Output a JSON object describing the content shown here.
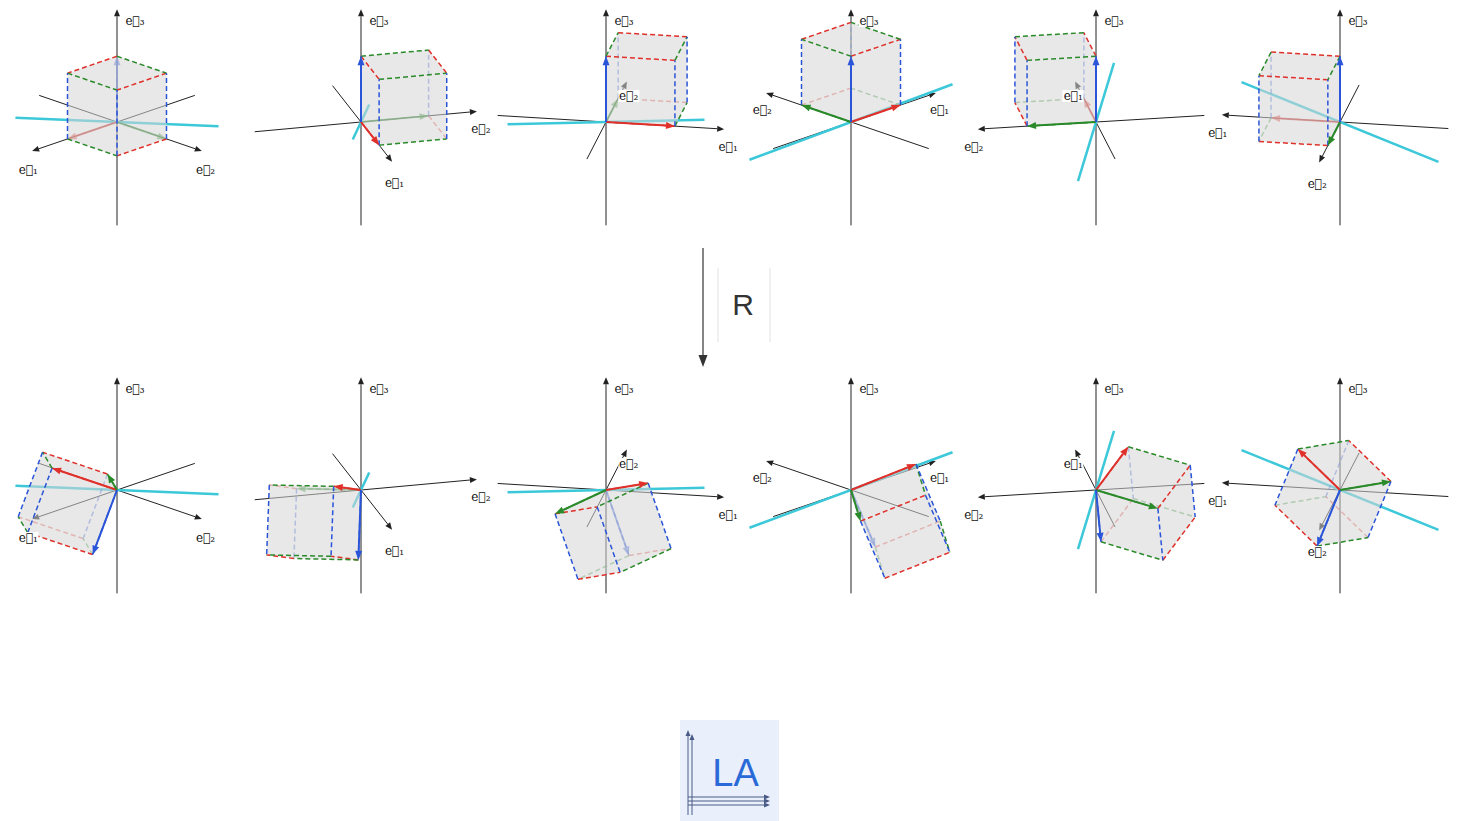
{
  "diagram": {
    "nodes": [
      {
        "text": [
          "LA"
        ]
      }
    ],
    "labels": [
      "e⃗₃",
      "e⃗₁",
      "e⃗₂",
      "e⃗₃",
      "e⃗₁",
      "e⃗₂",
      "e⃗₃",
      "e⃗₁",
      "e⃗₂",
      "e⃗₃",
      "e⃗₁",
      "e⃗₂",
      "e⃗₃",
      "e⃗₁",
      "e⃗₂",
      "e⃗₃",
      "e⃗₁",
      "e⃗₂",
      "R",
      "e⃗₃",
      "e⃗₁",
      "e⃗₂",
      "e⃗₃",
      "e⃗₁",
      "e⃗₂",
      "e⃗₃",
      "e⃗₁",
      "e⃗₂",
      "e⃗₃",
      "e⃗₁",
      "e⃗₂",
      "e⃗₃",
      "e⃗₁",
      "e⃗₂",
      "e⃗₃",
      "e⃗₁",
      "e⃗₂"
    ]
  }
}
